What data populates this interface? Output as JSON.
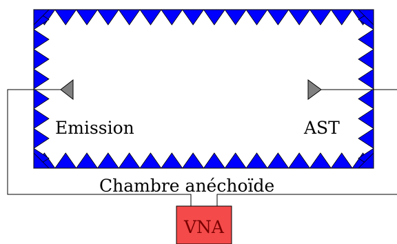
{
  "labels": {
    "emission": "Emission",
    "ast": "AST",
    "chamber": "Chambre anéchoïde",
    "vna": "VNA"
  },
  "colors": {
    "absorber": "#0000ff",
    "antenna": "#808080",
    "vna_fill": "#f44a4a",
    "vna_text": "#7a0000",
    "line": "#000000"
  },
  "icons": {
    "emission_antenna": "triangle-left-antenna-icon",
    "ast_antenna": "triangle-right-antenna-icon"
  }
}
